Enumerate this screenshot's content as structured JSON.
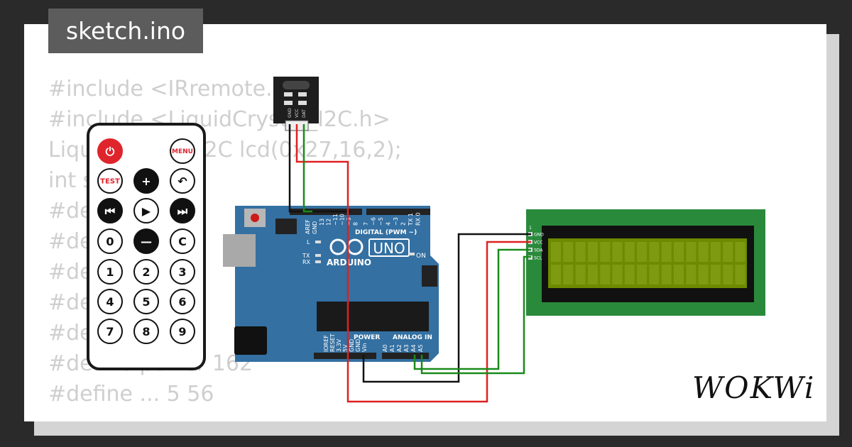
{
  "window": {
    "title": "sketch.ino"
  },
  "code_lines": [
    "#include <IRremote.h>",
    "#include <LiquidCrystal_I2C.h>",
    "LiquidCrystal_I2C lcd(0x27,16,2);",
    "int s",
    "#define ... 10",
    "#define ... 48",
    "#define ... 24",
    "#define ... 12",
    "#define ... 16",
    "#define power 162",
    "#define ... 5 56"
  ],
  "remote": {
    "buttons": [
      [
        "⏻",
        "",
        "MENU"
      ],
      [
        "TEST",
        "+",
        "↶"
      ],
      [
        "⏮",
        "▶",
        "⏭"
      ],
      [
        "0",
        "—",
        "C"
      ],
      [
        "1",
        "2",
        "3"
      ],
      [
        "4",
        "5",
        "6"
      ],
      [
        "7",
        "8",
        "9"
      ]
    ]
  },
  "arduino": {
    "brand": "ARDUINO",
    "model": "UNO",
    "digital_label": "DIGITAL (PWM ~)",
    "power_label": "POWER",
    "analog_label": "ANALOG IN",
    "on_label": "ON",
    "l_label": "L",
    "tx_label": "TX",
    "rx_label": "RX",
    "aref_label": "AREF",
    "gnd_label": "GND",
    "digital_pins": [
      "13",
      "12",
      "~11",
      "~10",
      "~9",
      "8",
      "7",
      "~6",
      "~5",
      "4",
      "~3",
      "2",
      "TX 1",
      "RX 0"
    ],
    "power_pins": [
      "IOREF",
      "RESET",
      "3.3V",
      "5V",
      "GND",
      "GND",
      "Vin"
    ],
    "analog_pins": [
      "A0",
      "A1",
      "A2",
      "A3",
      "A4",
      "A5"
    ]
  },
  "ir_receiver": {
    "pins": [
      "GND",
      "VCC",
      "DAT"
    ]
  },
  "lcd": {
    "pins": [
      "GND",
      "VCC",
      "SDA",
      "SCL"
    ],
    "pin_one": "1"
  },
  "brand": {
    "logo": "WOKWi"
  },
  "colors": {
    "board": "#3470a2",
    "lcd_pcb": "#2a8a3c",
    "lcd_screen": "#6e8a00",
    "wire_red": "#e02020",
    "wire_green": "#1a8a1a",
    "wire_black": "#111111"
  }
}
